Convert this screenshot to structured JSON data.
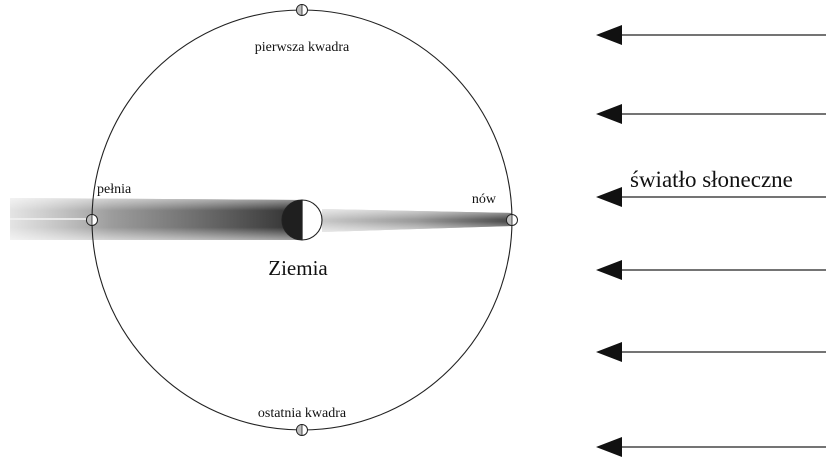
{
  "labels": {
    "first_quarter": "pierwsza kwadra",
    "full_moon": "pełnia",
    "new_moon": "nów",
    "earth": "Ziemia",
    "last_quarter": "ostatnia kwadra",
    "sunlight": "światło słoneczne"
  },
  "colors": {
    "line": "#222222",
    "shadow_dark": "#3a3a3a",
    "shadow_light": "#d0d0d0",
    "background": "#ffffff"
  },
  "sunlight_arrows": {
    "count": 6,
    "direction": "left"
  }
}
